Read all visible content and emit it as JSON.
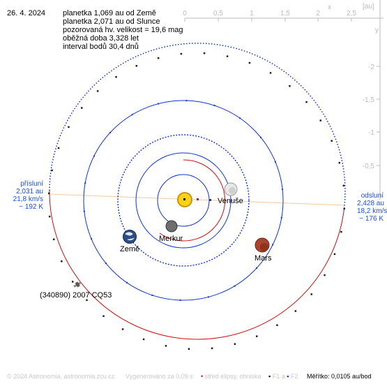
{
  "header": {
    "date": "26. 4. 2024",
    "lines": [
      "planetka 1,069 au od Země",
      "planetka 2,071 au od Slunce",
      "pozorovaná hv. velikost = 19,6 mag",
      "oběžná doba 3,328 let",
      "interval bodů 30,4 dnů"
    ]
  },
  "axes": {
    "unit": "[au]",
    "x_corner": "x",
    "y_corner": "y",
    "x_ticks": [
      "0",
      "0,5",
      "1",
      "1,5",
      "2",
      "2,5"
    ],
    "y_ticks": [
      "-2",
      "-1,5",
      "-1",
      "-0,5"
    ]
  },
  "perihelion": {
    "title": "přísluní",
    "distance": "2,031 au",
    "speed": "21,8 km/s",
    "temp": "~ 192 K"
  },
  "aphelion": {
    "title": "odsluní",
    "distance": "2,428 au",
    "speed": "18,2 km/s",
    "temp": "~ 176 K"
  },
  "bodies": {
    "venus": "Venuše",
    "earth": "Země",
    "mercury": "Merkur",
    "mars": "Mars",
    "asteroid": "(340890) 2007 CQ53"
  },
  "footer": {
    "copyright": "© 2024 Astronomia, astronomia.zcu.cz",
    "generated": "Vygenerováno za 0,09 s",
    "center_label": "střed elipsy, ohniska",
    "foci_label": "F1 a",
    "f2_label": "F2",
    "scale": "Měřítko: 0,0105 au/bod"
  },
  "colors": {
    "asteroid_orbit": "#cc1111",
    "planet_orbit": "#1133cc",
    "ticks": "#bbbbbb",
    "apsis_line": "#f3c9a0",
    "sun": "#ffd21a",
    "label_blue": "#1a4fd6"
  }
}
